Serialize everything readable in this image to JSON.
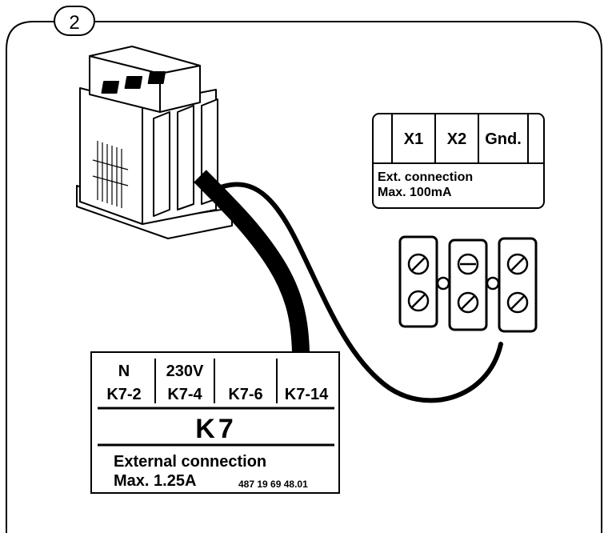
{
  "figure": {
    "step_number": "2"
  },
  "label_k7": {
    "columns": [
      {
        "top": "N",
        "bottom": "K7-2"
      },
      {
        "top": "230V",
        "bottom": "K7-4"
      },
      {
        "top": "",
        "bottom": "K7-6"
      },
      {
        "top": "",
        "bottom": "K7-14"
      }
    ],
    "title": "K7",
    "line1": "External connection",
    "line2": "Max. 1.25A",
    "part_number": "487 19 69 48.01"
  },
  "label_x": {
    "columns": [
      "X1",
      "X2",
      "Gnd."
    ],
    "line1": "Ext. connection",
    "line2": "Max. 100mA"
  },
  "icons": {
    "contactor": "relay-contactor-icon",
    "terminal_block": "terminal-block-icon"
  }
}
